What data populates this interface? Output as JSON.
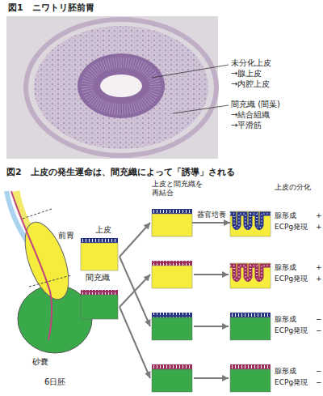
{
  "diagram": {
    "nodes": [
      {
        "text": [
          "上皮"
        ]
      },
      {
        "text": [
          "間充織"
        ]
      },
      {
        "text": [
          "上皮と間充織を再結合"
        ]
      },
      {
        "text": [
          "上皮の分化",
          "腺形成",
          "+",
          "ECPg発現",
          "+"
        ]
      },
      {
        "text": [
          "腺形成",
          "+",
          "ECPg発現",
          "+"
        ]
      },
      {
        "text": [
          "腺形成",
          "−",
          "ECPg発現",
          "−"
        ]
      },
      {
        "text": [
          "腺形成",
          "−",
          "ECPg発現",
          "−"
        ]
      }
    ],
    "edges": [
      {
        "from": 2,
        "to": 3,
        "label": "器官培養",
        "arrow": "to"
      }
    ],
    "labels": [
      "図1　ニワトリ胚前胃",
      "未分化上皮",
      "→腺上皮",
      "→内腔上皮",
      "間充織 (間葉)",
      "→結合組織",
      "→平滑筋",
      "図2　上皮の発生運命は、間充織によって「誘導」される",
      "前胃",
      "砂嚢",
      "6日胚"
    ]
  }
}
